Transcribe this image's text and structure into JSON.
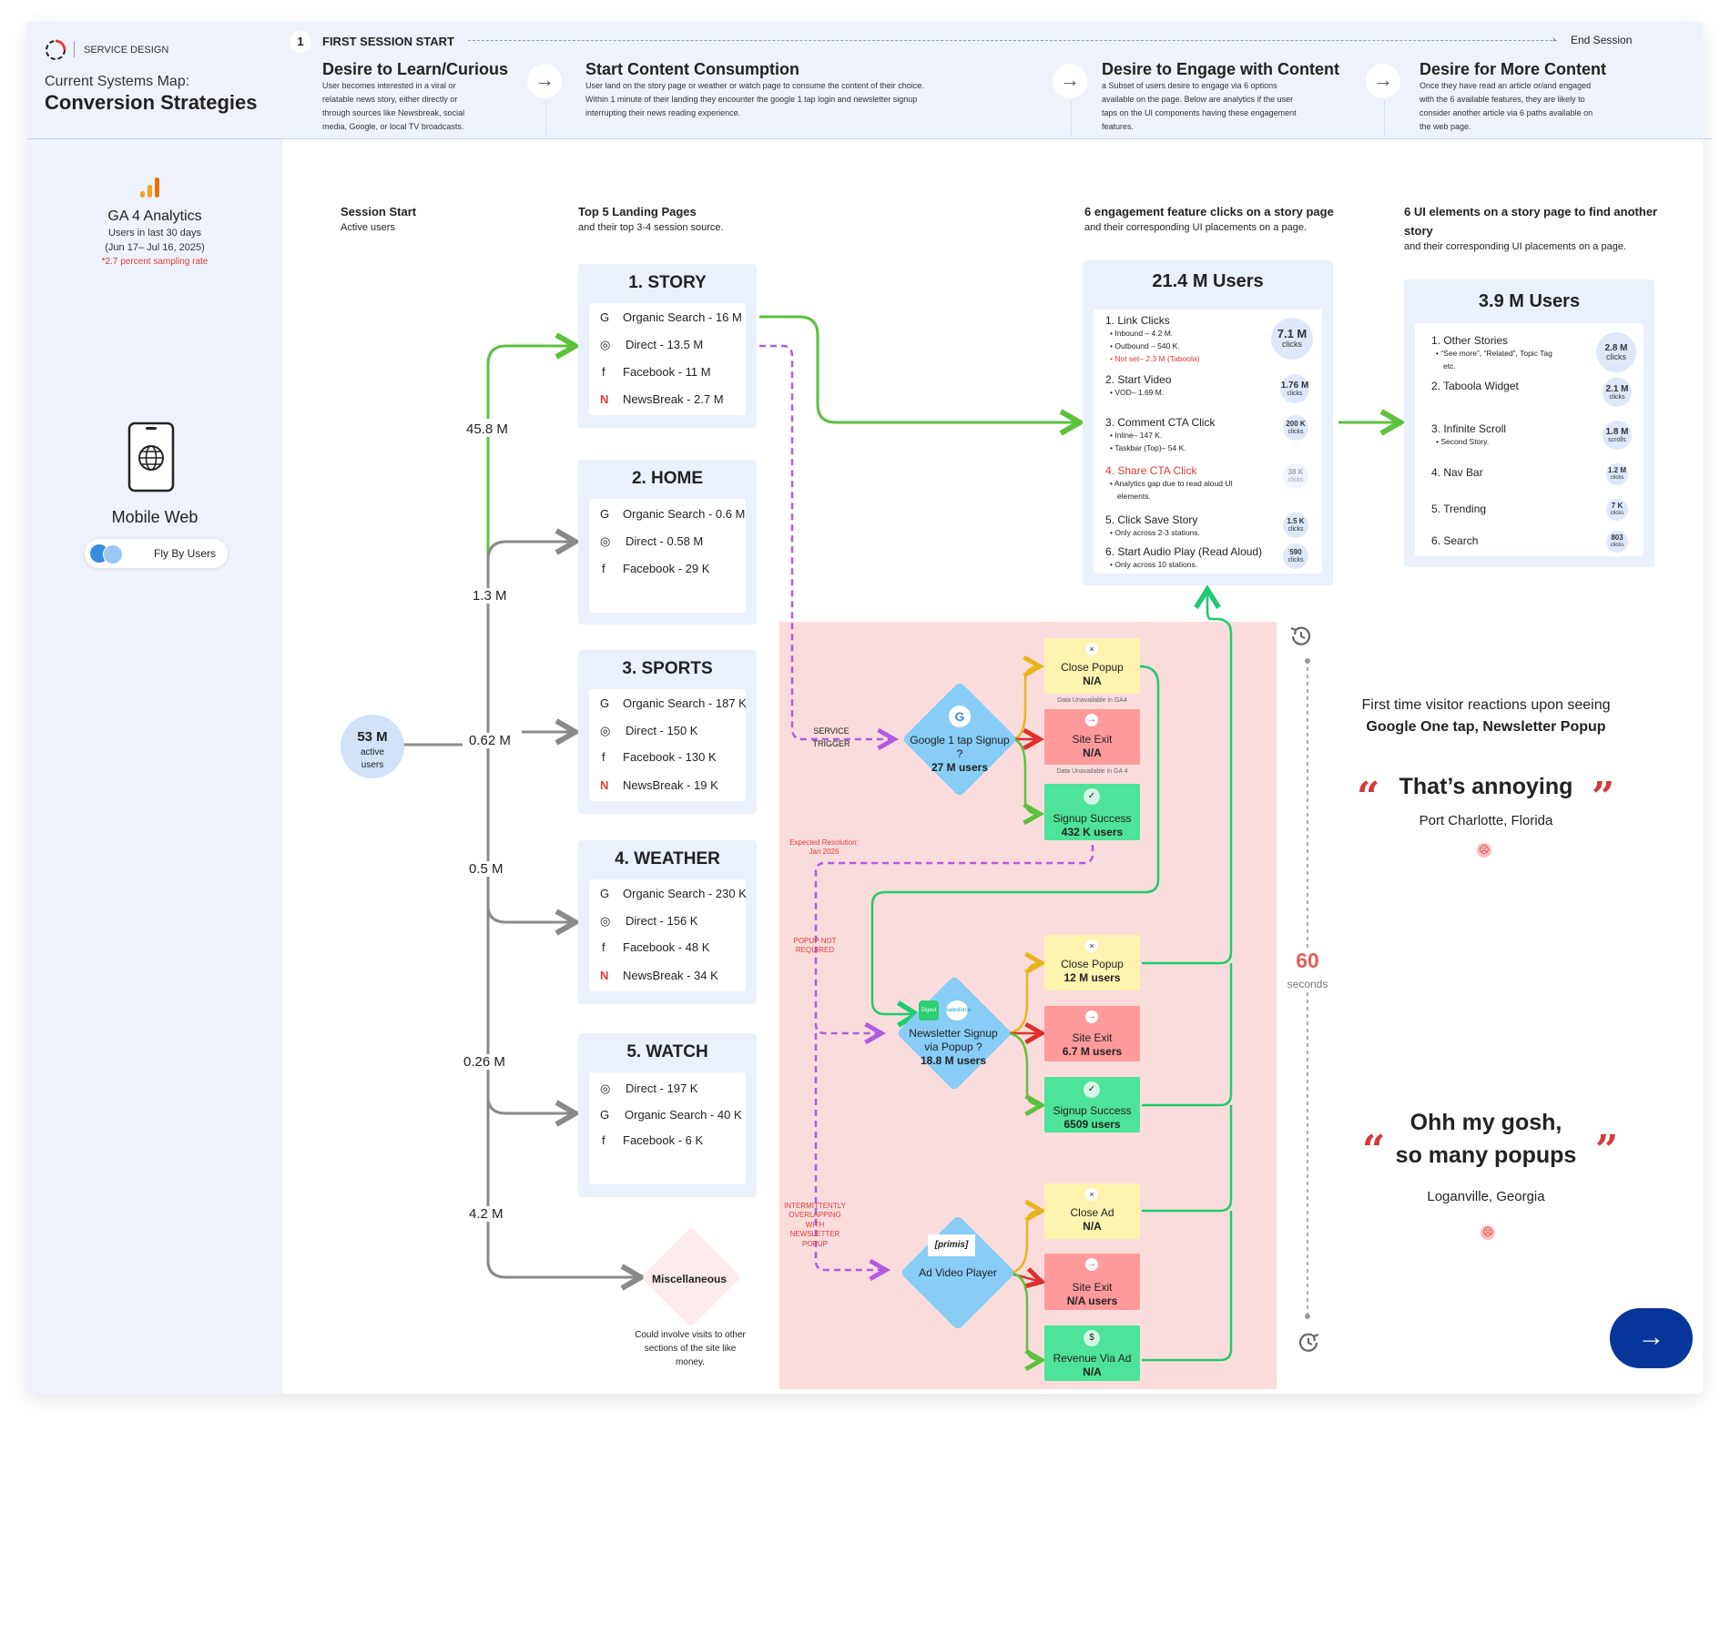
{
  "brand": {
    "dept": "SERVICE DESIGN"
  },
  "title": {
    "line1": "Current Systems Map:",
    "line2": "Conversion Strategies"
  },
  "analytics": {
    "name": "GA 4 Analytics",
    "sub1": "Users in last 30 days",
    "sub2": "(Jun 17– Jul 16, 2025)",
    "note": "*2.7 percent sampling rate"
  },
  "platform": {
    "name": "Mobile Web",
    "users_label": "Fly By Users"
  },
  "session": {
    "step": "1",
    "label": "FIRST SESSION START",
    "end": "End Session"
  },
  "phases": [
    {
      "title": "Desire to Learn/Curious",
      "desc": [
        "User becomes interested in a viral or",
        "relatable news story, either directly or",
        "through sources like Newsbreak, social",
        "media, Google, or local TV broadcasts."
      ]
    },
    {
      "title": "Start Content Consumption",
      "desc": [
        "User land on the story page or weather or watch page to consume the content of their choice.",
        "Within 1 minute of their landing they encounter the google 1 tap login and newsletter signup",
        "interrupting their news reading experience."
      ]
    },
    {
      "title": "Desire to Engage with Content",
      "desc": [
        "a Subset of users desire to engage via 6 options",
        "available on the page. Below are analytics if the user",
        "taps on the UI components having these engagement",
        "features."
      ]
    },
    {
      "title": "Desire for More Content",
      "desc": [
        "Once they have read an article or/and engaged",
        "with the 6 available features, they are likely to",
        "consider another article via 6 paths available on",
        "the web page."
      ]
    }
  ],
  "columns": {
    "session_start": {
      "title": "Session Start",
      "sub": "Active users"
    },
    "landing": {
      "title": "Top 5 Landing Pages",
      "sub": "and their top 3-4 session source."
    },
    "engagement": {
      "title": "6 engagement feature clicks on a story page",
      "sub": "and their corresponding UI placements on a page."
    },
    "more": {
      "title": "6 UI elements on a story page to find another",
      "title2": "story",
      "sub": "and their corresponding UI placements on a page."
    }
  },
  "start_node": {
    "value": "53 M",
    "line1": "active",
    "line2": "users"
  },
  "flows": [
    "45.8 M",
    "1.3 M",
    "0.62 M",
    "0.5 M",
    "0.26 M",
    "4.2 M"
  ],
  "landing_pages": [
    {
      "title": "1. STORY",
      "sources": [
        "Organic Search - 16 M",
        "Direct - 13.5 M",
        "Facebook - 11 M",
        "NewsBreak - 2.7 M"
      ]
    },
    {
      "title": "2. HOME",
      "sources": [
        "Organic Search - 0.6 M",
        "Direct - 0.58 M",
        "Facebook - 29 K"
      ]
    },
    {
      "title": "3. SPORTS",
      "sources": [
        "Organic Search - 187 K",
        "Direct - 150 K",
        "Facebook - 130 K",
        "NewsBreak - 19 K"
      ]
    },
    {
      "title": "4. WEATHER",
      "sources": [
        "Organic Search - 230 K",
        "Direct - 156 K",
        "Facebook - 48 K",
        "NewsBreak - 34 K"
      ]
    },
    {
      "title": "5. WATCH",
      "sources": [
        "Direct - 197 K",
        "Organic Search - 40 K",
        "Facebook - 6 K"
      ]
    }
  ],
  "misc": {
    "label": "Miscellaneous",
    "note": [
      "Could involve visits to other",
      "sections of the site like",
      "money."
    ]
  },
  "engagement_card": {
    "title": "21.4 M Users",
    "items": [
      {
        "label": "1. Link Clicks",
        "subs": [
          "Inbound – 4.2 M.",
          "Outbound – 540 K."
        ],
        "red_sub": "Not set– 2.3 M (Taboola)",
        "badge": "7.1 M",
        "unit": "clicks"
      },
      {
        "label": "2. Start Video",
        "subs": [
          "VOD– 1.69 M."
        ],
        "badge": "1.76 M",
        "unit": "clicks"
      },
      {
        "label": "3. Comment CTA Click",
        "subs": [
          "Inline– 147 K.",
          "Taskbar (Top)– 54 K."
        ],
        "badge": "200 K",
        "unit": "clicks"
      },
      {
        "label": "4. Share CTA Click",
        "subs": [
          "Analytics gap due to  read aloud UI",
          "elements."
        ],
        "badge": "38 K",
        "unit": "clicks"
      },
      {
        "label": "5. Click Save Story",
        "subs": [
          "Only across 2-3 stations."
        ],
        "badge": "1.5 K",
        "unit": "clicks"
      },
      {
        "label": "6. Start Audio Play (Read Aloud)",
        "subs": [
          "Only across 10 stations."
        ],
        "badge": "590",
        "unit": "clicks"
      }
    ]
  },
  "more_card": {
    "title": "3.9 M Users",
    "items": [
      {
        "label": "1. Other Stories",
        "subs": [
          "“See more”, “Related”, Topic Tag",
          "etc."
        ],
        "badge": "2.8 M",
        "unit": "clicks"
      },
      {
        "label": "2. Taboola Widget",
        "subs": [],
        "badge": "2.1 M",
        "unit": "clicks"
      },
      {
        "label": "3. Infinite Scroll",
        "subs": [
          "Second Story."
        ],
        "badge": "1.8 M",
        "unit": "scrolls"
      },
      {
        "label": "4. Nav Bar",
        "subs": [],
        "badge": "1.2 M",
        "unit": "clicks"
      },
      {
        "label": "5. Trending",
        "subs": [],
        "badge": "7 K",
        "unit": "clicks"
      },
      {
        "label": "6. Search",
        "subs": [],
        "badge": "803",
        "unit": "clicks"
      }
    ]
  },
  "popups": {
    "service_trigger": [
      "SERVICE",
      "TRIGGER"
    ],
    "google": {
      "line1": "Google 1 tap Signup",
      "line2": "?",
      "users": "27 M users"
    },
    "newsletter": {
      "line1": "Newsletter Signup",
      "line2": "via Popup ?",
      "users": "18.8 M users",
      "logo1": "Digest",
      "logo2": "salesforce"
    },
    "ad": {
      "line1": "Ad Video Player",
      "logo": "[primis]"
    },
    "g_outcomes": [
      {
        "title": "Close Popup",
        "value": "N/A"
      },
      {
        "title": "Site Exit",
        "value": "N/A"
      },
      {
        "title": "Signup Success",
        "value": "432 K users"
      }
    ],
    "g_notes": [
      "Data Unavailable in GA4",
      "Data Unavailable in GA 4"
    ],
    "n_outcomes": [
      {
        "title": "Close Popup",
        "value": "12 M users"
      },
      {
        "title": "Site Exit",
        "value": "6.7 M users"
      },
      {
        "title": "Signup Success",
        "value": "6509 users"
      }
    ],
    "a_outcomes": [
      {
        "title": "Close Ad",
        "value": "N/A"
      },
      {
        "title": "Site Exit",
        "value": "N/A users"
      },
      {
        "title": "Revenue Via Ad",
        "value": "N/A"
      }
    ],
    "notes": {
      "expected": [
        "Expected Resolution:",
        "Jan 2026"
      ],
      "popup_not": [
        "POPUP NOT",
        "REQUIRED"
      ],
      "intermittent": [
        "INTERMITTENTLY",
        "OVERLAPPING",
        "WITH",
        "NEWSLETTER",
        "POPUP"
      ]
    }
  },
  "timer": {
    "value": "60",
    "unit": "seconds"
  },
  "reactions": {
    "header1": "First time visitor reactions upon seeing",
    "header2": "Google One tap, Newsletter Popup",
    "quotes": [
      {
        "text1": "That’s annoying",
        "location": "Port Charlotte, Florida"
      },
      {
        "text1": "Ohh my gosh,",
        "text2": "so many popups",
        "location": "Loganville, Georgia"
      }
    ]
  },
  "colors": {
    "green": "#5cc23c",
    "gray": "#8a8a8a",
    "purple": "#b25ae0",
    "teal": "#1fcb70",
    "yellow": "#e8b51a",
    "red": "#e02e2e",
    "next_button": "#06369a"
  }
}
